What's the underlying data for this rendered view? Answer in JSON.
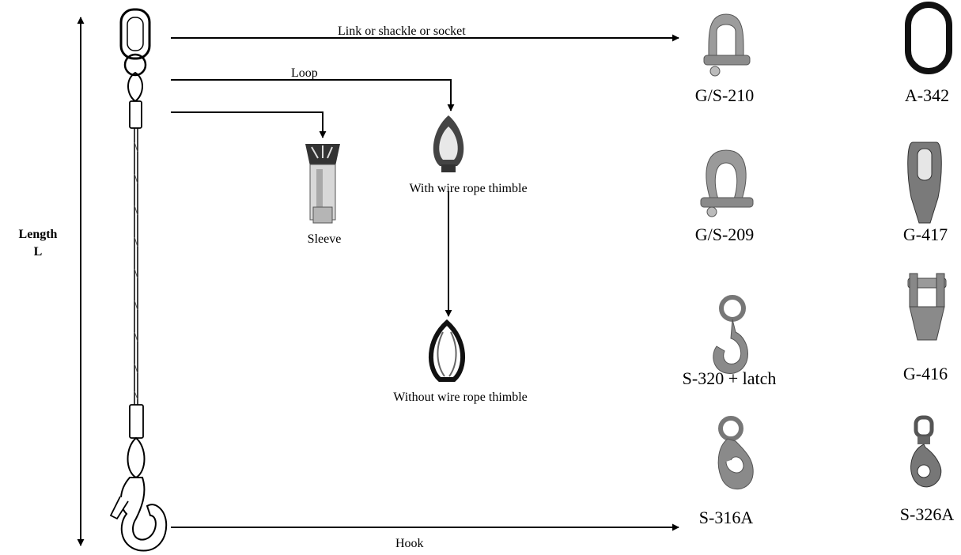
{
  "length_label": {
    "line1": "Length",
    "line2": "L"
  },
  "arrows": {
    "link_shackle_socket": "Link or shackle or socket",
    "loop": "Loop",
    "hook": "Hook"
  },
  "ends": {
    "sleeve": "Sleeve",
    "with_thimble": "With wire rope thimble",
    "without_thimble": "Without wire rope thimble"
  },
  "fittings": {
    "gs210": "G/S-210",
    "a342": "A-342",
    "gs209": "G/S-209",
    "g417": "G-417",
    "s320": "S-320 + latch",
    "g416": "G-416",
    "s316a": "S-316A",
    "s326a": "S-326A"
  },
  "colors": {
    "line": "#000000",
    "steel": "#8a8a8a",
    "dark": "#222222",
    "metal_light": "#c8c8c8"
  }
}
